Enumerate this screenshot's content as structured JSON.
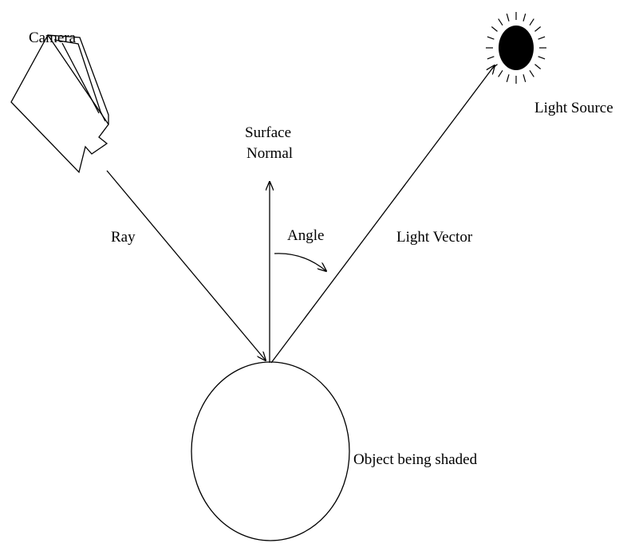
{
  "labels": {
    "camera": "Camera",
    "surface_normal_line1": "Surface",
    "surface_normal_line2": "Normal",
    "light_source": "Light Source",
    "ray": "Ray",
    "angle": "Angle",
    "light_vector": "Light Vector",
    "object": "Object being shaded"
  },
  "colors": {
    "ink": "#000000",
    "background": "#ffffff"
  },
  "icons": {
    "camera": "camera-icon",
    "light_source": "sun-icon"
  }
}
